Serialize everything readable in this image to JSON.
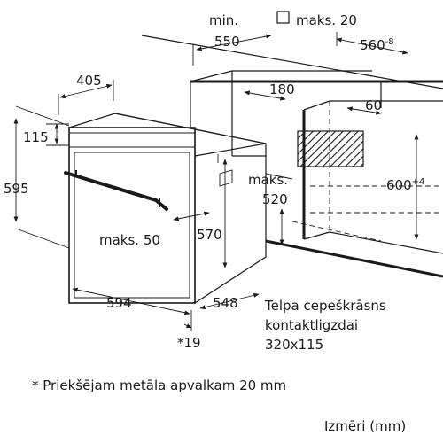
{
  "dimensions": {
    "min_label": "min.",
    "min_550": "550",
    "maks_20": "maks. 20",
    "d560": "560",
    "d560_sup": "-8",
    "d405": "405",
    "d180": "180",
    "d60": "60",
    "d115": "115",
    "d595": "595",
    "maks_label": "maks.",
    "d520": "520",
    "d600": "600",
    "d600_sup": "+4",
    "maks_50": "maks. 50",
    "d570": "570",
    "d594": "594",
    "d548": "548",
    "d19": "*19"
  },
  "socket_note": {
    "line1": "Telpa cepeškrāsns",
    "line2": "kontaktligzdai",
    "line3": "320x115"
  },
  "footnote": "* Priekšējam metāla apvalkam 20 mm",
  "units": "Izmēri (mm)"
}
